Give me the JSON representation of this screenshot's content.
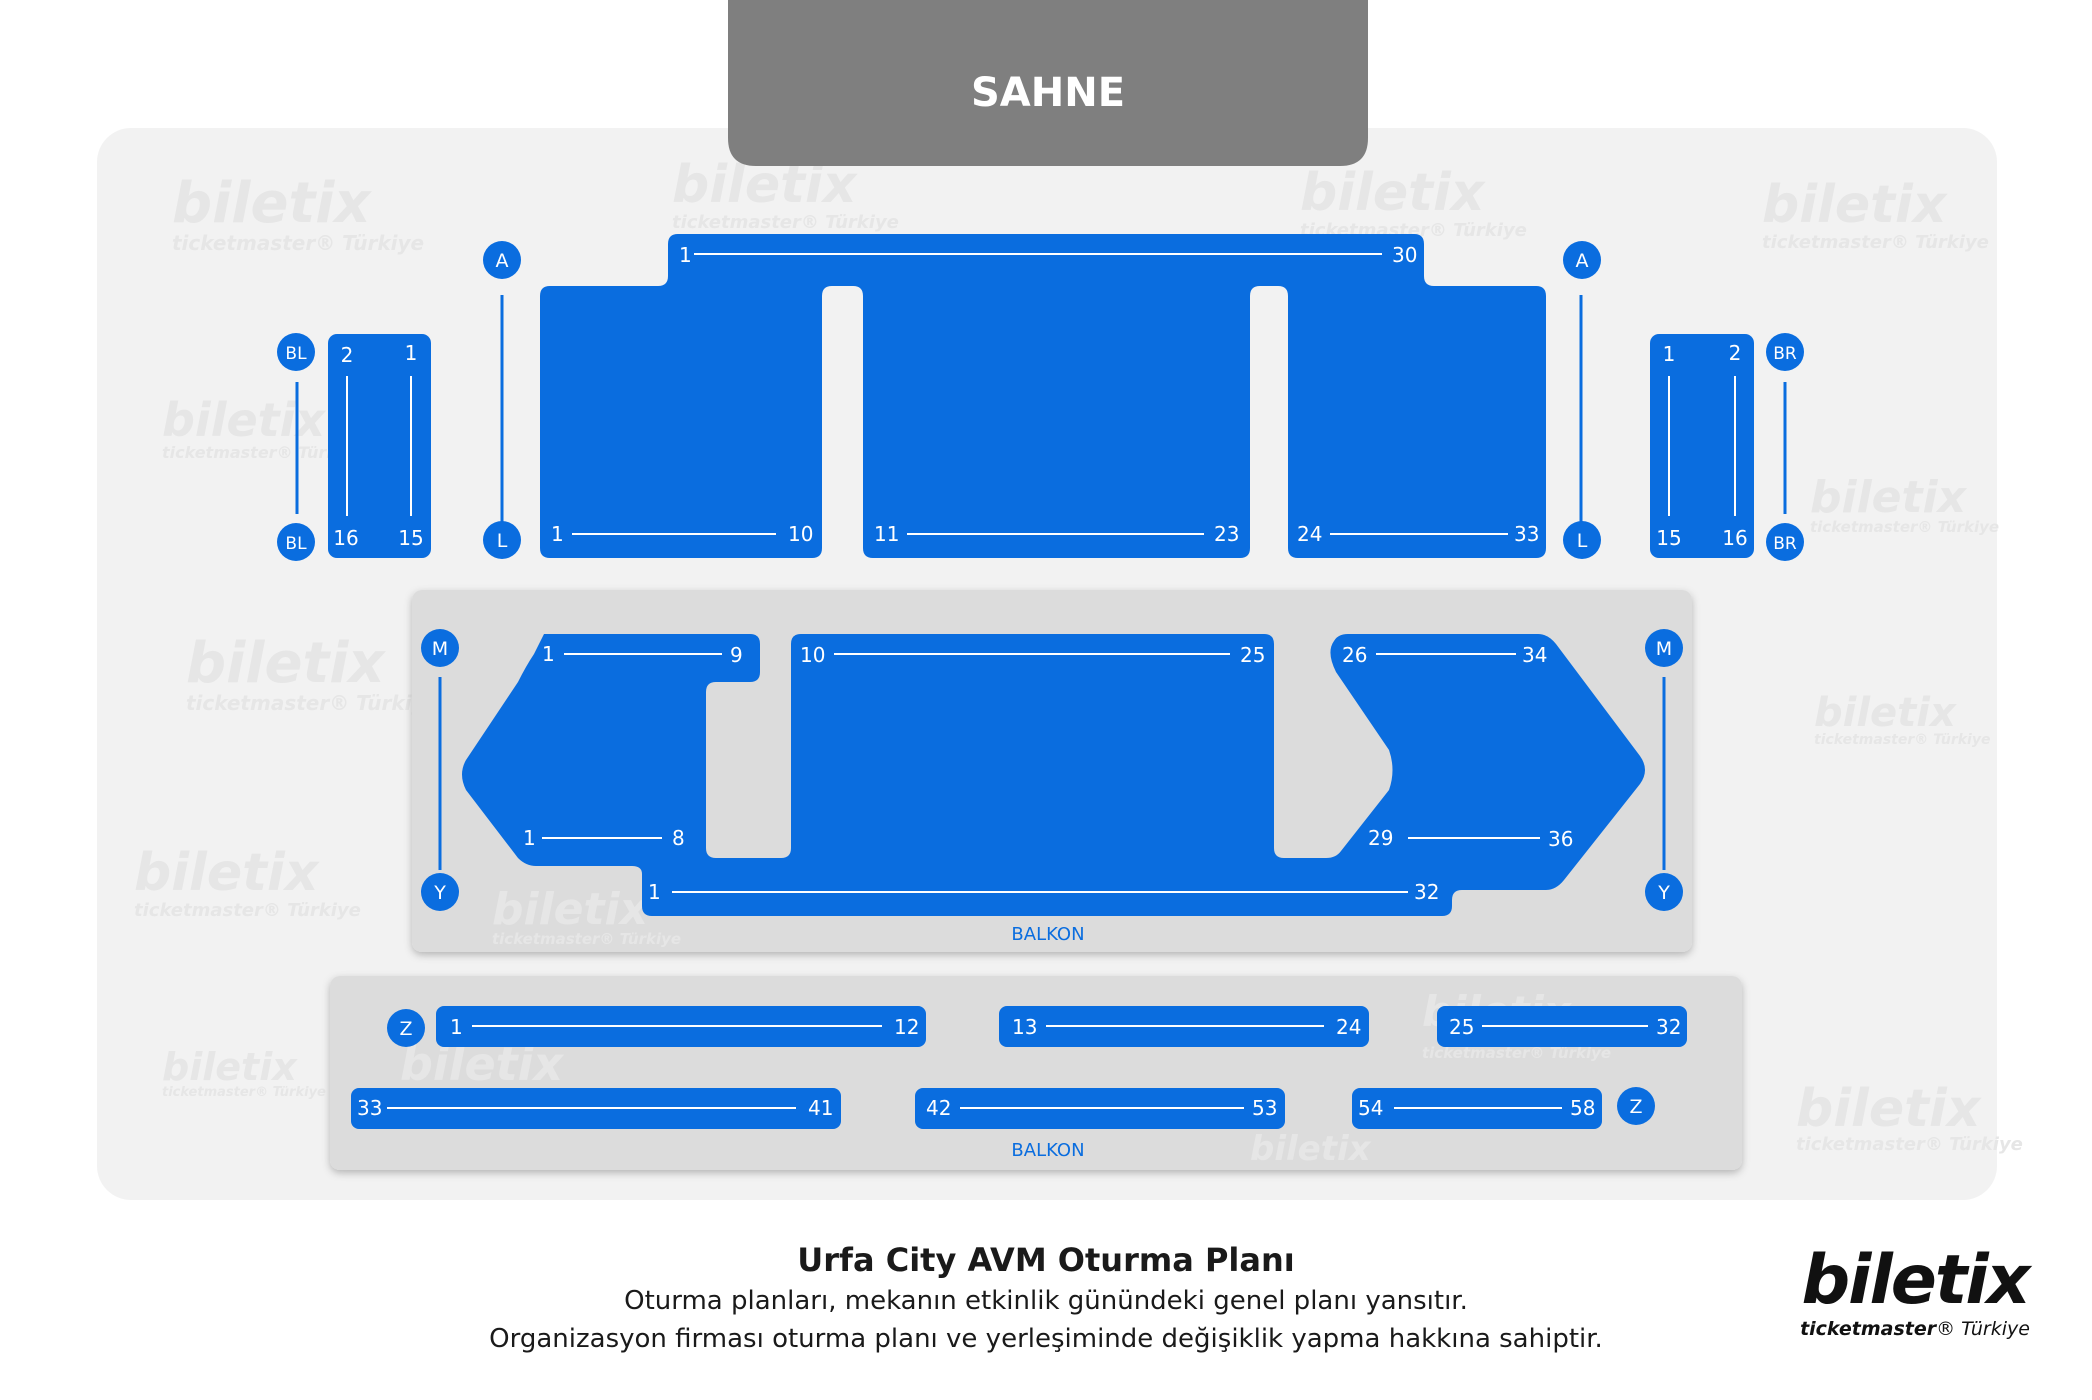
{
  "stage": {
    "label": "SAHNE"
  },
  "row_markers": {
    "a_left": "A",
    "l_left": "L",
    "a_right": "A",
    "l_right": "L",
    "bl_top": "BL",
    "bl_bottom": "BL",
    "br_top": "BR",
    "br_bottom": "BR",
    "m_left": "M",
    "y_left": "Y",
    "m_right": "M",
    "y_right": "Y",
    "z_top": "Z",
    "z_bottom": "Z"
  },
  "seat_numbers": {
    "front_top_start": "1",
    "front_top_end": "30",
    "front_left_start": "1",
    "front_left_end": "10",
    "front_center_start": "11",
    "front_center_end": "23",
    "front_right_start": "24",
    "front_right_end": "33",
    "bl_top_2": "2",
    "bl_top_1": "1",
    "bl_bottom_16": "16",
    "bl_bottom_15": "15",
    "br_top_1": "1",
    "br_top_2": "2",
    "br_bottom_15": "15",
    "br_bottom_16": "16",
    "mid_left_top_start": "1",
    "mid_left_top_end": "9",
    "mid_left_bottom_start": "1",
    "mid_left_bottom_end": "8",
    "mid_center_start": "10",
    "mid_center_end": "25",
    "mid_right_top_start": "26",
    "mid_right_top_end": "34",
    "mid_right_bottom_start": "29",
    "mid_right_bottom_end": "36",
    "mid_bottom_start": "1",
    "mid_bottom_end": "32",
    "b1_start": "1",
    "b1_end": "12",
    "b2_start": "13",
    "b2_end": "24",
    "b3_start": "25",
    "b3_end": "32",
    "b4_start": "33",
    "b4_end": "41",
    "b5_start": "42",
    "b5_end": "53",
    "b6_start": "54",
    "b6_end": "58"
  },
  "balkon_labels": {
    "upper": "BALKON",
    "lower": "BALKON"
  },
  "watermark": {
    "brand": "biletix",
    "sub": "ticketmaster® Türkiye"
  },
  "footer": {
    "title": "Urfa City AVM Oturma Planı",
    "line1": "Oturma planları, mekanın etkinlik günündeki genel planı yansıtır.",
    "line2": "Organizasyon firması oturma planı ve yerleşiminde değişiklik yapma hakkına sahiptir."
  },
  "logo": {
    "brand": "biletix",
    "tm": "ticketmaster",
    "reg": "®",
    "country": "Türkiye"
  },
  "colors": {
    "section": "#0a6ddf",
    "stage": "#7f7f7f",
    "venue_bg": "#f2f2f2",
    "balcony_bg": "#dcdcdc",
    "text_on_blue": "#ffffff"
  }
}
